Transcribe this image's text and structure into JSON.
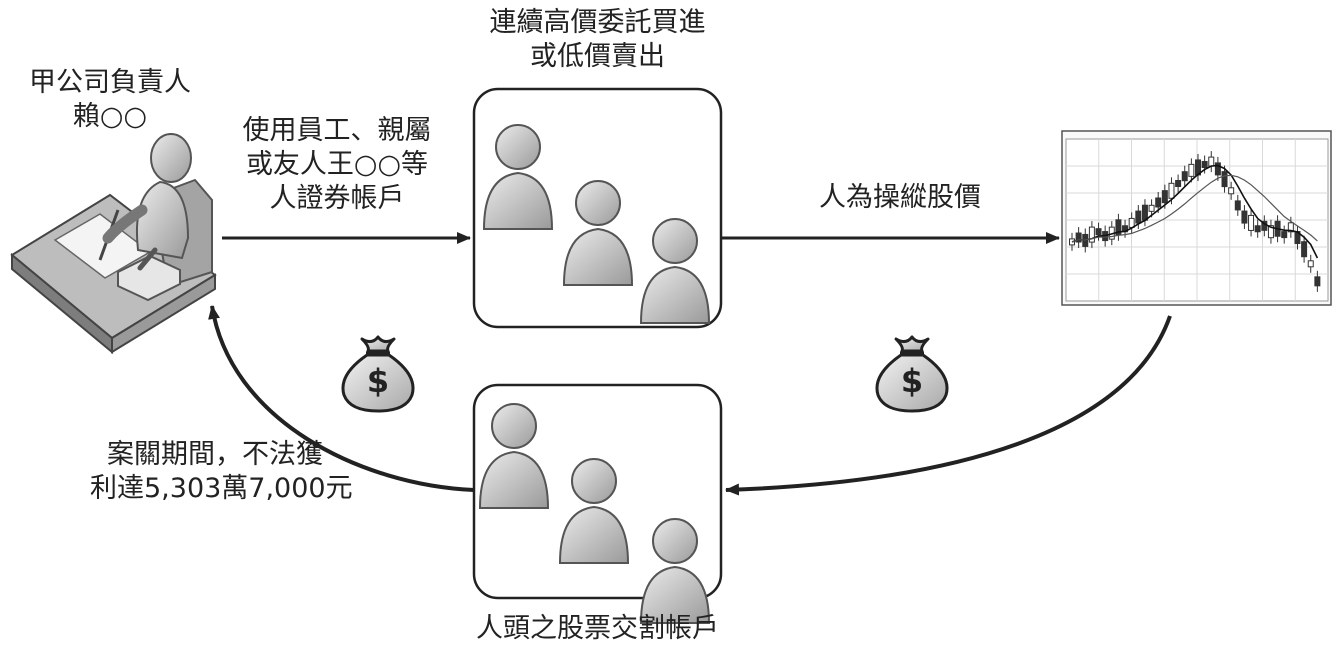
{
  "actor": {
    "line1": "甲公司負責人",
    "line2": "賴○○"
  },
  "accounts_label": {
    "line1": "使用員工、親屬",
    "line2": "或友人王○○等",
    "line3": "人證券帳戶"
  },
  "orders_label": {
    "line1": "連續高價委託買進",
    "line2": "或低價賣出"
  },
  "manipulation_label": "人為操縱股價",
  "settlement_label": "人頭之股票交割帳戶",
  "profit_label": {
    "line1": "案關期間，不法獲",
    "line2": "利達5,303萬7,000元"
  },
  "icons": [
    "person-at-desk-icon",
    "people-group-icon",
    "stock-chart-icon",
    "money-bag-icon"
  ]
}
